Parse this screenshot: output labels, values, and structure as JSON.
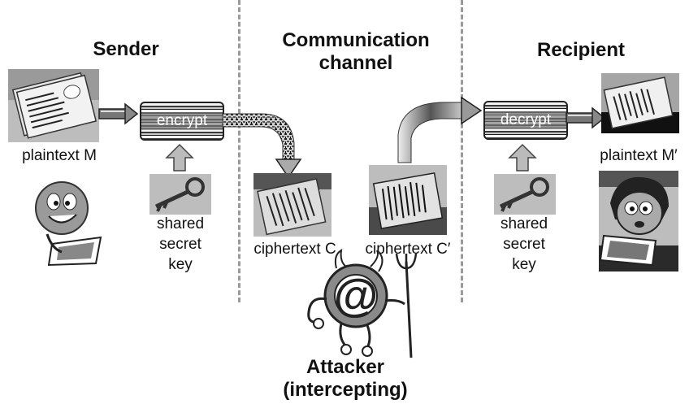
{
  "headings": {
    "sender": "Sender",
    "channel_line1": "Communication",
    "channel_line2": "channel",
    "recipient": "Recipient",
    "attacker_line1": "Attacker",
    "attacker_line2": "(intercepting)"
  },
  "boxes": {
    "encrypt": "encrypt",
    "decrypt": "decrypt"
  },
  "labels": {
    "plaintext_sender": "plaintext M",
    "plaintext_recipient": "plaintext M′",
    "key_sender": [
      "shared",
      "secret",
      "key"
    ],
    "key_recipient": [
      "shared",
      "secret",
      "key"
    ],
    "ciphertext": "ciphertext C",
    "ciphertext_modified": "ciphertext C′"
  },
  "icons": {
    "plaintext_document": "document-icon",
    "sender_person": "smiling-person-laptop-icon",
    "key": "key-icon",
    "ciphertext_document": "scrambled-document-icon",
    "attacker": "devil-at-sign-icon",
    "recipient_person": "surprised-person-laptop-icon"
  },
  "colors": {
    "divider": "#9a9a9a",
    "arrow": "#666666",
    "box_border": "#222222"
  }
}
